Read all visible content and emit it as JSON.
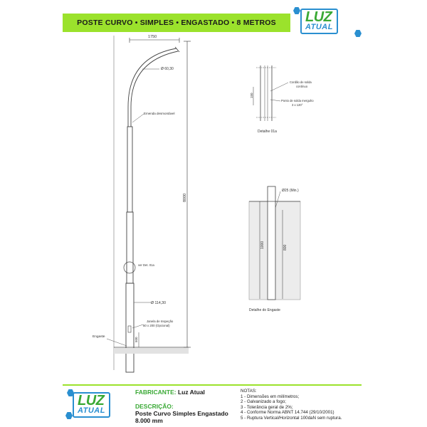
{
  "header": {
    "title": "POSTE CURVO • SIMPLES • ENGASTADO • 8 METROS"
  },
  "logo": {
    "word1": "LUZ",
    "word2": "ATUAL"
  },
  "drawing": {
    "width_dim": "1750",
    "top_diameter": "Ø 60,30",
    "joint_label": "Emenda desmontável",
    "height_dim": "8000",
    "detail_ref": "ver Det. 01a",
    "base_diameter": "Ø 114,30",
    "window_label_1": "Janela de Inspeção",
    "window_label_2": "50 x 200  (Opcional)",
    "window_dim": "500",
    "embed_label": "Engaste"
  },
  "detail_01a": {
    "dim": "150",
    "callout_1a": "Cordão de solda",
    "callout_1b": "contínuo",
    "callout_2a": "Ponto de solda merguho",
    "callout_2b": "3 x 120°",
    "caption": "Detalhe 01a"
  },
  "detail_embed": {
    "diameter": "Ø25 (Min.)",
    "dim_outer": "1000",
    "dim_inner": "800",
    "caption": "Detalhe do Engaste"
  },
  "footer": {
    "manufacturer_label": "FABRICANTE:",
    "manufacturer_value": "Luz Atual",
    "description_label": "DESCRIÇÃO:",
    "description_line1": "Poste Curvo Simples Engastado",
    "description_line2": "8.000 mm"
  },
  "notes": {
    "title": "NOTAS:",
    "items": [
      "1 - Dimensões em milímetros;",
      "2 - Galvanizado a fogo;",
      "3 - Tolerância geral de 2%;",
      "4 - Conforme Norma ABNT 14.744 (29/10/2001)",
      "5 - Ruptura Vertical/Horizontal 100daN sem ruptura."
    ]
  },
  "colors": {
    "accent_green": "#9be22c",
    "logo_green": "#3aa935",
    "logo_blue": "#2a8fd0"
  }
}
